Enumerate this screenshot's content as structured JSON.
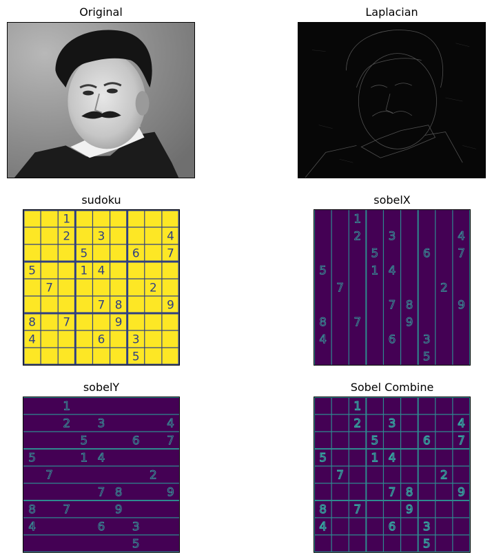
{
  "titles": {
    "original": "Original",
    "laplacian": "Laplacian",
    "sudoku": "sudoku",
    "sobelx": "sobelX",
    "sobely": "sobelY",
    "combine": "Sobel Combine"
  },
  "sudoku_grid": [
    [
      "",
      "",
      "1",
      "",
      "",
      "",
      "",
      "",
      ""
    ],
    [
      "",
      "",
      "2",
      "",
      "3",
      "",
      "",
      "",
      "4"
    ],
    [
      "",
      "",
      "",
      "5",
      "",
      "",
      "6",
      "",
      "7"
    ],
    [
      "5",
      "",
      "",
      "1",
      "4",
      "",
      "",
      "",
      ""
    ],
    [
      "",
      "7",
      "",
      "",
      "",
      "",
      "",
      "2",
      ""
    ],
    [
      "",
      "",
      "",
      "",
      "7",
      "8",
      "",
      "",
      "9"
    ],
    [
      "8",
      "",
      "7",
      "",
      "",
      "9",
      "",
      "",
      ""
    ],
    [
      "4",
      "",
      "",
      "",
      "6",
      "",
      "3",
      "",
      ""
    ],
    [
      "",
      "",
      "",
      "",
      "",
      "",
      "5",
      "",
      ""
    ]
  ],
  "colors": {
    "sudoku_bg": "#fde725",
    "sudoku_lines": "#2e3f83",
    "sobel_bg": "#440154",
    "sobel_lines": "#2e8b8f",
    "sobel_digits": "#35a7a0"
  }
}
